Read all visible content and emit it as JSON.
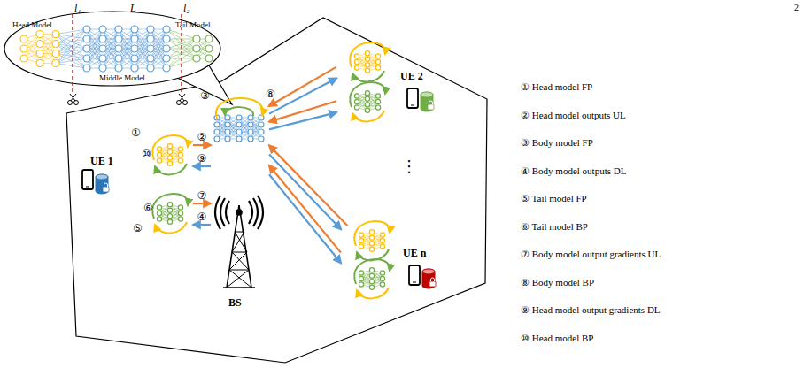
{
  "diagram": {
    "nodes": [
      {
        "text": [
          "UE 1"
        ]
      },
      {
        "text": [
          "BS"
        ]
      },
      {
        "text": [
          "UE 2"
        ]
      },
      {
        "text": [
          "UE n"
        ]
      }
    ],
    "edges": [
      {
        "from": 0,
        "to": 1,
        "arrow": "to",
        "label": "②"
      },
      {
        "from": 1,
        "to": 0,
        "arrow": "to",
        "label": "⑨"
      },
      {
        "from": 0,
        "to": 1,
        "arrow": "to",
        "label": "⑦"
      },
      {
        "from": 1,
        "to": 0,
        "arrow": "to",
        "label": "④"
      },
      {
        "from": 2,
        "to": 1,
        "arrow": "to"
      },
      {
        "from": 1,
        "to": 2,
        "arrow": "to"
      },
      {
        "from": 2,
        "to": 1,
        "arrow": "to"
      },
      {
        "from": 1,
        "to": 2,
        "arrow": "to"
      },
      {
        "from": 3,
        "to": 1,
        "arrow": "to"
      },
      {
        "from": 1,
        "to": 3,
        "arrow": "to"
      },
      {
        "from": 3,
        "to": 1,
        "arrow": "to"
      },
      {
        "from": 1,
        "to": 3,
        "arrow": "to"
      }
    ],
    "labels": [
      "2",
      "l₁",
      "L",
      "l₂",
      "Head Model",
      "Middle Model",
      "Tail Model",
      "①",
      "⑩",
      "⑤",
      "⑥",
      "③",
      "⑧",
      "⋮",
      "① Head model FP",
      "② Head model outputs UL",
      "③ Body model FP",
      "④ Body model outputs DL",
      "⑤ Tail model FP",
      "⑥ Tail model BP",
      "⑦ Body model output gradients UL",
      "⑧ Body model BP",
      "⑨ Head model output gradients DL",
      "⑩ Head model BP"
    ]
  }
}
